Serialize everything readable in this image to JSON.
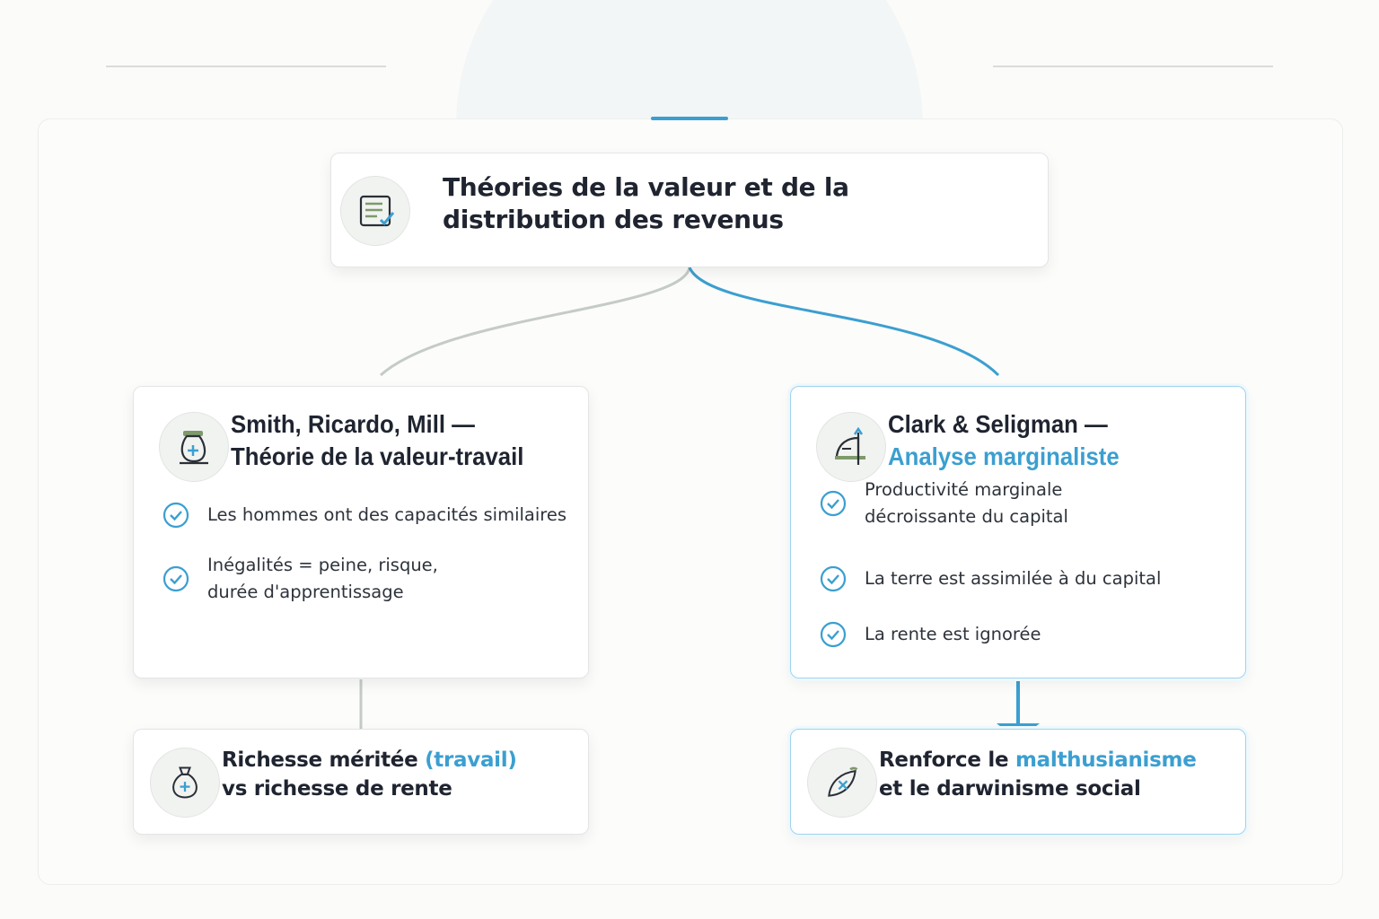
{
  "root": {
    "title": "Théories de la valeur et de la\ndistribution des revenus",
    "icon": "document-check-icon"
  },
  "left_branch": {
    "title": "Smith, Ricardo, Mill — Théorie de la valeur-travail",
    "icon": "money-bag-icon",
    "items": [
      "Les hommes ont des capacités similaires",
      "Inégalités = peine, risque,\ndurée d'apprentissage"
    ],
    "leaf": {
      "text_before": "Richesse méritée ",
      "highlight": "(travail)",
      "text_after": "vs richesse de rente",
      "icon": "money-bag-plus-icon"
    }
  },
  "right_branch": {
    "title_line1": "Clark & Seligman —",
    "title_highlight": "Analyse marginaliste",
    "icon": "chart-growth-icon",
    "items": [
      "Productivité marginale\ndécroissante du capital",
      "La terre est assimilée à du capital",
      "La rente est ignorée"
    ],
    "leaf": {
      "text_before": "Renforce le ",
      "highlight": "malthusianisme",
      "text_after": "et le darwinisme social",
      "icon": "leaf-icon"
    }
  },
  "colors": {
    "accent": "#3b9fd0",
    "neutral_line": "#c5cbc7",
    "text": "#1f2430",
    "icon_green": "#7d9a6a"
  }
}
